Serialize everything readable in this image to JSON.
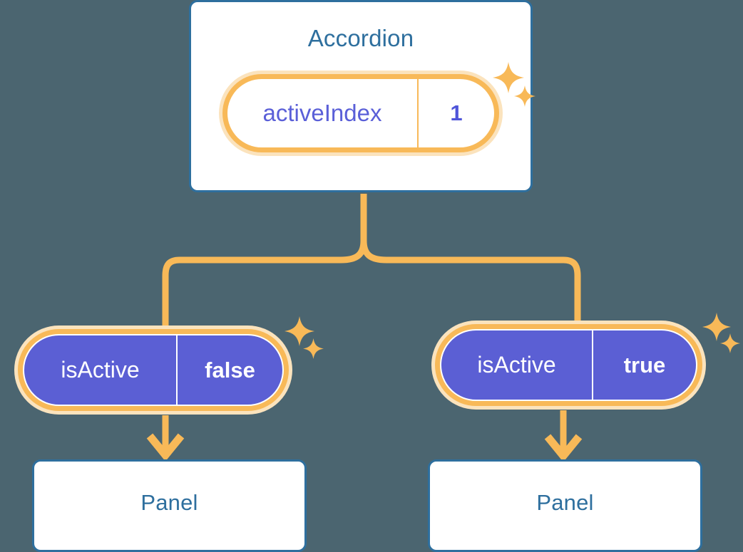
{
  "diagram": {
    "type": "component-state-tree",
    "background_color": "#4b6570",
    "accent_orange": "#f8b958",
    "accent_orange_pale": "#fbe3bd",
    "accent_blue": "#2e6f9e",
    "accent_indigo": "#5b5fd4"
  },
  "root": {
    "title": "Accordion",
    "state": {
      "key": "activeIndex",
      "value": "1",
      "highlighted": true,
      "style": "light"
    },
    "sparkle_icon": "sparkles-icon"
  },
  "children": [
    {
      "state": {
        "key": "isActive",
        "value": "false",
        "highlighted": true,
        "style": "dark"
      },
      "sparkle_icon": "sparkles-icon",
      "arrow_icon": "arrow-down-icon",
      "panel": {
        "title": "Panel"
      }
    },
    {
      "state": {
        "key": "isActive",
        "value": "true",
        "highlighted": true,
        "style": "dark"
      },
      "sparkle_icon": "sparkles-icon",
      "arrow_icon": "arrow-down-icon",
      "panel": {
        "title": "Panel"
      }
    }
  ]
}
